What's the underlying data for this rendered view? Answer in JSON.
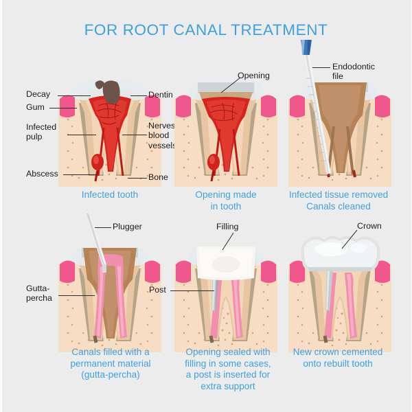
{
  "page": {
    "title": "FOR ROOT CANAL TREATMENT",
    "background_color": "#ececed",
    "accent_color": "#3fa0e0",
    "label_color": "#1b1b1b"
  },
  "steps": [
    {
      "id": "step-1",
      "caption": "Infected tooth",
      "labels": [
        {
          "name": "decay",
          "text": "Decay"
        },
        {
          "name": "gum",
          "text": "Gum"
        },
        {
          "name": "infected-pulp",
          "text": "Infected\npulp"
        },
        {
          "name": "abscess",
          "text": "Abscess"
        },
        {
          "name": "dentin",
          "text": "Dentin"
        },
        {
          "name": "nerves-blood-vessels",
          "text": "Nerves,\nblood\nvessels"
        },
        {
          "name": "bone",
          "text": "Bone"
        }
      ]
    },
    {
      "id": "step-2",
      "caption": "Opening made\nin tooth",
      "labels": [
        {
          "name": "opening",
          "text": "Opening"
        }
      ]
    },
    {
      "id": "step-3",
      "caption": "Infected tissue removed\nCanals cleaned",
      "labels": [
        {
          "name": "endodontic-file",
          "text": "Endodontic\nfile"
        }
      ]
    },
    {
      "id": "step-4",
      "caption": "Canals filled with a\npermanent material\n(gutta-percha)",
      "labels": [
        {
          "name": "plugger",
          "text": "Plugger"
        },
        {
          "name": "gutta-percha",
          "text": "Gutta-\npercha"
        }
      ]
    },
    {
      "id": "step-5",
      "caption": "Opening sealed with\nfilling in some cases,\na post is inserted for\nextra support",
      "labels": [
        {
          "name": "filling",
          "text": "Filling"
        },
        {
          "name": "post",
          "text": "Post"
        }
      ]
    },
    {
      "id": "step-6",
      "caption": "New crown cemented\nonto rebuilt tooth",
      "labels": [
        {
          "name": "crown",
          "text": "Crown"
        }
      ]
    }
  ],
  "palette": {
    "enamel": "#e8ecee",
    "dentin": "#e8c6a4",
    "dentin_dark": "#c9a88a",
    "pulp_healthy": "#f0b9c4",
    "pulp_infected": "#d01f1f",
    "gum": "#f0578d",
    "bone": "#f3d8bd",
    "bone_line": "#a39279",
    "ligament": "#b9a98c",
    "gutta_percha": "#f39ab4",
    "filling": "#f4f2ee",
    "crown": "#e3e6e7",
    "post_metal": "#bfc5c7",
    "file_handle": "#2d6fb5",
    "decay": "#6d5347"
  }
}
